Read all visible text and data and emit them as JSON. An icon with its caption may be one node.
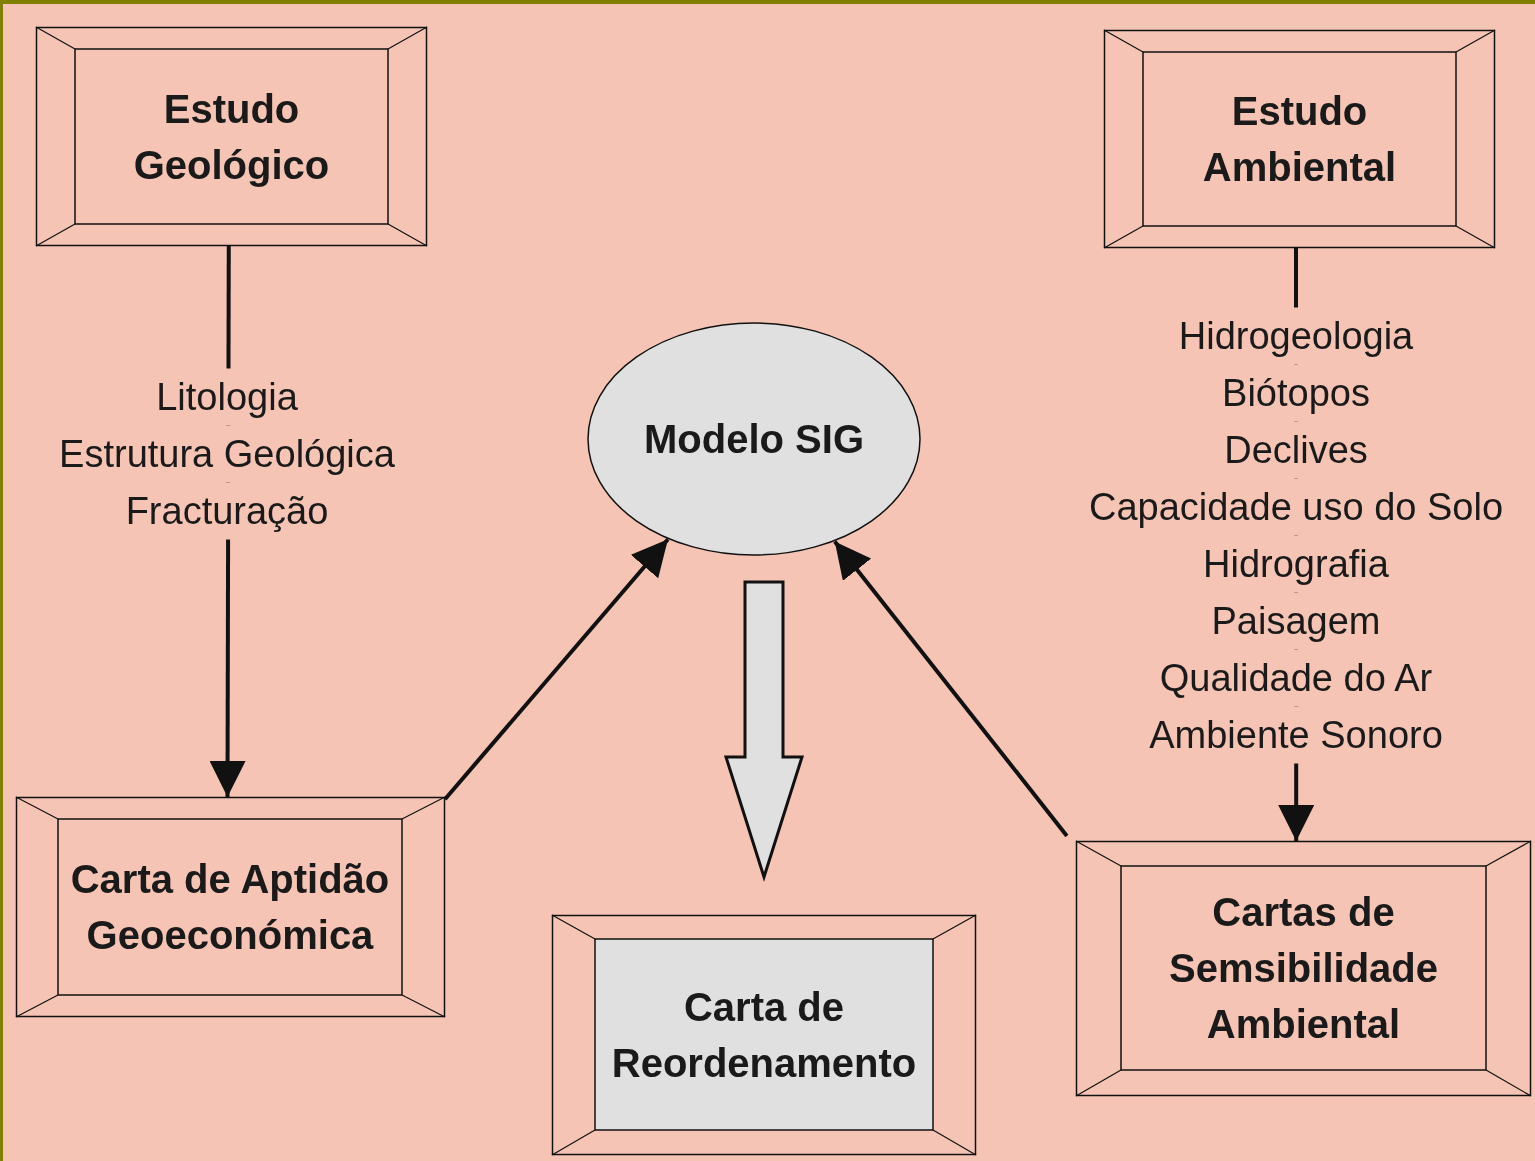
{
  "diagram": {
    "nodes": [
      {
        "text": [
          "Estudo Geológico"
        ]
      },
      {
        "text": [
          "Estudo Ambiental"
        ]
      },
      {
        "text": [
          "Modelo SIG"
        ]
      },
      {
        "text": [
          "Carta de Aptidão Geoeconómica"
        ]
      },
      {
        "text": [
          "Carta de Reordenamento"
        ]
      },
      {
        "text": [
          "Cartas de Semsibilidade Ambiental"
        ]
      }
    ],
    "edges": [
      {
        "from": 0,
        "to": 3,
        "arrow": "to"
      },
      {
        "from": 1,
        "to": 5,
        "arrow": "to"
      },
      {
        "from": 3,
        "to": 2,
        "arrow": "to"
      },
      {
        "from": 5,
        "to": 2,
        "arrow": "to"
      },
      {
        "from": 2,
        "to": 4,
        "arrow": "to",
        "style": "thick"
      }
    ],
    "labels": [
      "Litologia",
      "Estrutura Geológica",
      "Fracturação",
      "Hidrogeologia",
      "Biótopos",
      "Declives",
      "Capacidade uso do Solo",
      "Hidrografia",
      "Paisagem",
      "Qualidade do Ar",
      "Ambiente Sonoro"
    ]
  }
}
